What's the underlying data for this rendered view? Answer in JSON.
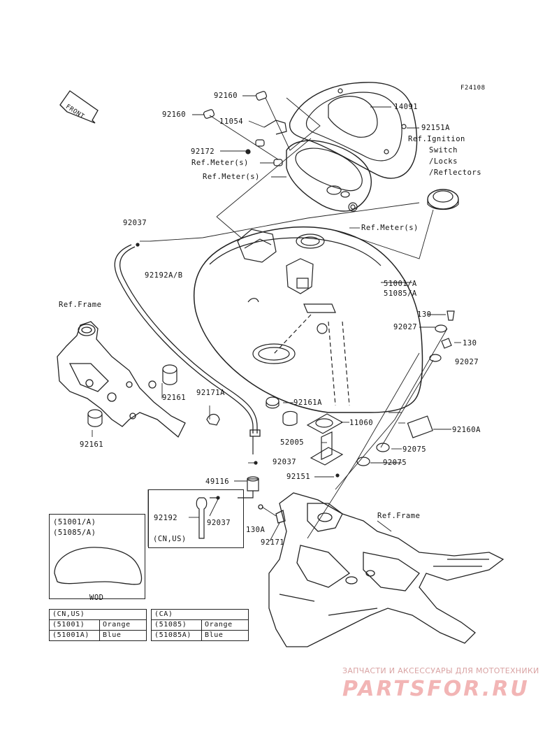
{
  "figure_code": "F24108",
  "front_label": "FRONT",
  "labels": {
    "l92160a": "92160",
    "l92160b": "92160",
    "l14091": "14091",
    "l11054": "11054",
    "l92151A": "92151A",
    "l_ref_ign1": "Ref.Ignition",
    "l_ref_ign2": "Switch",
    "l_ref_ign3": "/Locks",
    "l_ref_ign4": "/Reflectors",
    "l92172": "92172",
    "l_refmeter1": "Ref.Meter(s)",
    "l_refmeter2": "Ref.Meter(s)",
    "l_refmeter3": "Ref.Meter(s)",
    "l92037a": "92037",
    "l92192AB": "92192A/B",
    "l51001A": "51001/A",
    "l51085A": "51085/A",
    "l_refframe1": "Ref.Frame",
    "l130a": "130",
    "l92027a": "92027",
    "l130b": "130",
    "l92027b": "92027",
    "l92161a": "92161",
    "l92171A": "92171A",
    "l92161A": "92161A",
    "l11060": "11060",
    "l92160A": "92160A",
    "l92161b": "92161",
    "l52005": "52005",
    "l92075a": "92075",
    "l92037b": "92037",
    "l92075b": "92075",
    "l92151": "92151",
    "l49116": "49116",
    "l92192": "92192",
    "l92037c": "92037",
    "l_cnus": "(CN,US)",
    "l130A": "130A",
    "l92171": "92171",
    "l_refframe2": "Ref.Frame",
    "l_inset1": "(51001/A)",
    "l_inset2": "(51085/A)",
    "l_wod": "WOD"
  },
  "legend_left": {
    "header": "(CN,US)",
    "rows": [
      {
        "part": "(51001)",
        "color": "Orange"
      },
      {
        "part": "(51001A)",
        "color": "Blue"
      }
    ]
  },
  "legend_right": {
    "header": "(CA)",
    "rows": [
      {
        "part": "(51085)",
        "color": "Orange"
      },
      {
        "part": "(51085A)",
        "color": "Blue"
      }
    ]
  },
  "watermark": {
    "line1": "ЗАПЧАСТИ И АКСЕССУАРЫ ДЛЯ МОТОТЕХНИКИ",
    "line2": "PARTSFOR.RU"
  }
}
